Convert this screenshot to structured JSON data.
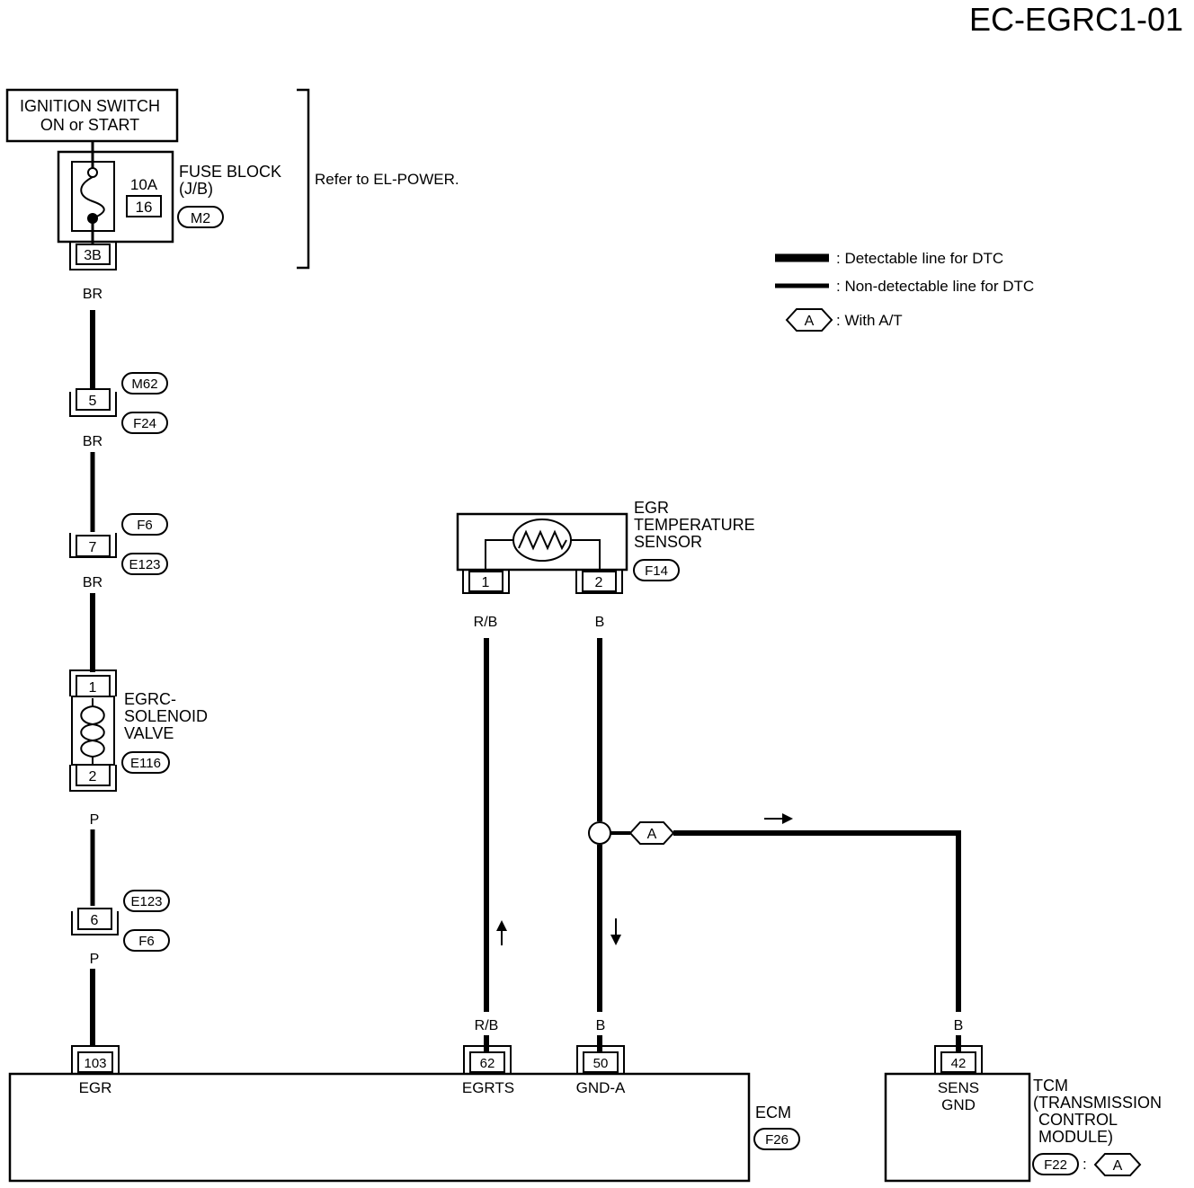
{
  "diagram_id": "EC-EGRC1-01",
  "ignition": {
    "line1": "IGNITION SWITCH",
    "line2": "ON or START"
  },
  "fuse": {
    "amp": "10A",
    "number": "16",
    "terminal": "3B",
    "label_line1": "FUSE BLOCK",
    "label_line2": "(J/B)",
    "connector": "M2"
  },
  "refer_note": "Refer to EL-POWER.",
  "legend": {
    "detectable": ": Detectable line for DTC",
    "non_detectable": ": Non-detectable line for DTC",
    "option_tag": "A",
    "option_text": ": With A/T"
  },
  "wires": {
    "br": "BR",
    "p": "P",
    "rb": "R/B",
    "b": "B"
  },
  "joint_5": {
    "terminal": "5",
    "conn_top": "M62",
    "conn_bottom": "F24"
  },
  "joint_7": {
    "terminal": "7",
    "conn_top": "F6",
    "conn_bottom": "E123"
  },
  "solenoid": {
    "terminal_top": "1",
    "terminal_bottom": "2",
    "line1": "EGRC-",
    "line2": "SOLENOID",
    "line3": "VALVE",
    "connector": "E116"
  },
  "joint_6": {
    "terminal": "6",
    "conn_top": "E123",
    "conn_bottom": "F6"
  },
  "sensor": {
    "line1": "EGR",
    "line2": "TEMPERATURE",
    "line3": "SENSOR",
    "terminal_1": "1",
    "terminal_2": "2",
    "connector": "F14"
  },
  "branch_tag": "A",
  "ecm": {
    "pin_egr": "103",
    "label_egr": "EGR",
    "pin_egrts": "62",
    "label_egrts": "EGRTS",
    "pin_gnd": "50",
    "label_gnd": "GND-A",
    "name": "ECM",
    "connector": "F26"
  },
  "tcm": {
    "pin": "42",
    "pin_label_1": "SENS",
    "pin_label_2": "GND",
    "line1": "TCM",
    "line2": "(TRANSMISSION",
    "line3": "CONTROL",
    "line4": "MODULE)",
    "connector": "F22",
    "colon": ":",
    "option_tag": "A"
  }
}
